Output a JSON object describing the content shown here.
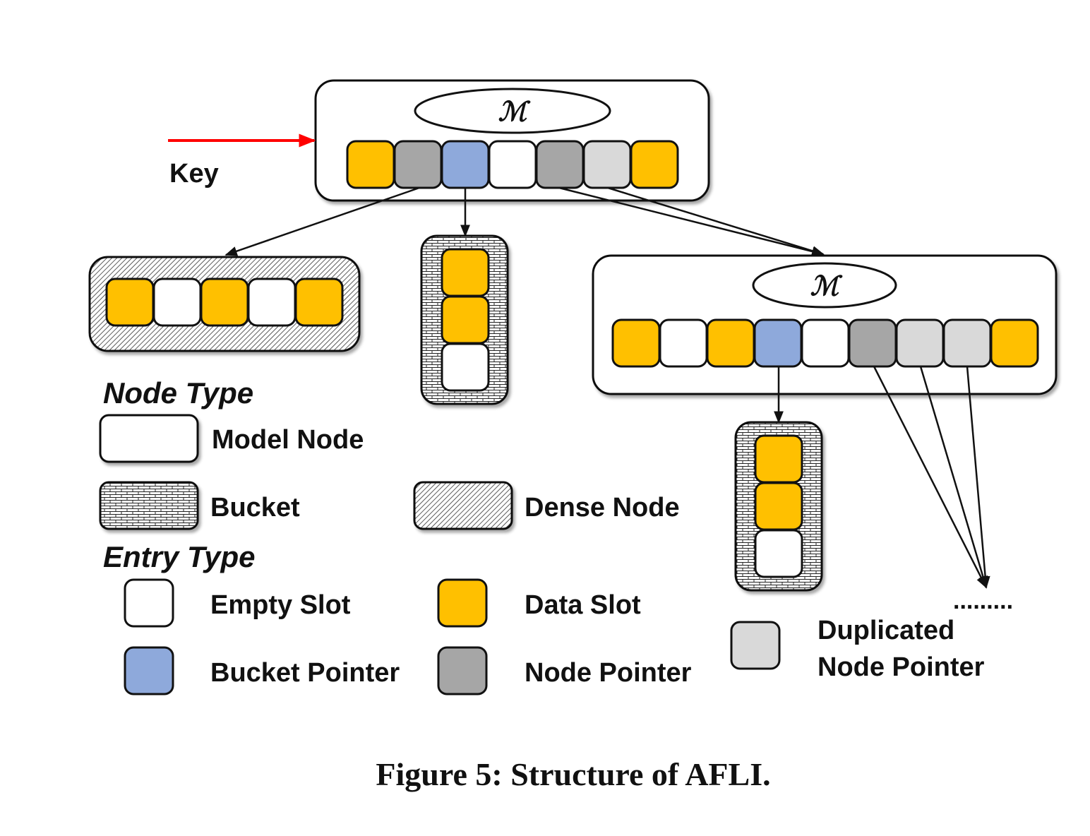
{
  "colors": {
    "data_slot": "#FFC000",
    "node_pointer": "#A6A6A6",
    "bucket_pointer": "#8EA9DB",
    "empty_slot": "#FFFFFF",
    "duplicated_node_pointer": "#D9D9D9",
    "key_arrow": "#FF0000"
  },
  "diagram": {
    "key_label": "Key",
    "model_symbol": "ℳ",
    "dots": "........."
  },
  "root_node": {
    "slots": [
      "data",
      "node_pointer",
      "bucket_pointer",
      "empty",
      "node_pointer",
      "duplicated_node_pointer",
      "data"
    ]
  },
  "dense_node": {
    "slots": [
      "data",
      "empty",
      "data",
      "empty",
      "data"
    ]
  },
  "bucket_a": {
    "slots": [
      "data",
      "data",
      "empty"
    ]
  },
  "child_model_node": {
    "slots": [
      "data",
      "empty",
      "data",
      "bucket_pointer",
      "empty",
      "node_pointer",
      "duplicated_node_pointer",
      "duplicated_node_pointer",
      "data"
    ]
  },
  "bucket_b": {
    "slots": [
      "data",
      "data",
      "empty"
    ]
  },
  "legend": {
    "node_type_title": "Node Type",
    "model_node": "Model Node",
    "bucket": "Bucket",
    "dense_node": "Dense Node",
    "entry_type_title": "Entry Type",
    "empty_slot": "Empty Slot",
    "data_slot": "Data Slot",
    "bucket_pointer": "Bucket Pointer",
    "node_pointer": "Node Pointer",
    "duplicated_line1": "Duplicated",
    "duplicated_line2": "Node Pointer"
  },
  "caption": "Figure 5: Structure of AFLI."
}
